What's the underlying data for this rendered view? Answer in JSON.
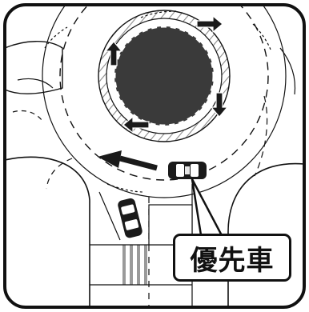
{
  "figure": {
    "callout": {
      "label": "優先車"
    },
    "elements": {
      "roundabout_center": "roundabout-center-island",
      "priority_vehicle": "priority-car",
      "entering_vehicle": "entering-car",
      "flow_arrow": "circulation-arrow"
    },
    "colors": {
      "island": "#3a3a3a",
      "line": "#1a1a1a",
      "paper": "#ffffff",
      "hatch": "#9a9a9a"
    }
  }
}
